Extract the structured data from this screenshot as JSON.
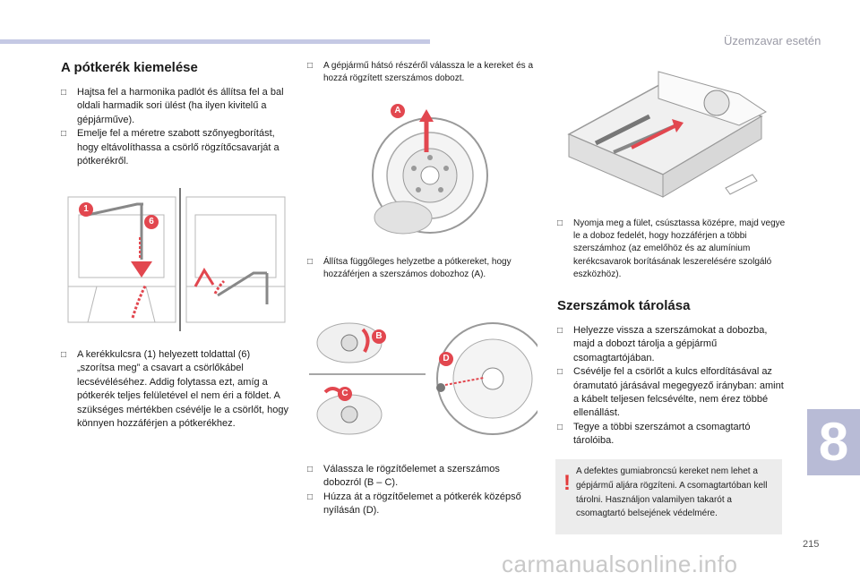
{
  "header": {
    "section": "Üzemzavar esetén"
  },
  "col1": {
    "title": "A pótkerék kiemelése",
    "bullets1": [
      "Hajtsa fel a harmonika padlót és állítsa fel a bal oldali harmadik sori ülést (ha ilyen kivitelű a gépjárműve).",
      "Emelje fel a méretre szabott szőnyegborítást, hogy eltávolíthassa a csörlő rögzítőcsavarját a pótkerékről."
    ],
    "bullets2": [
      "A kerékkulcsra (1) helyezett toldattal (6) „szorítsa meg” a csavart a csörlőkábel lecsévéléséhez. Addig folytassa ezt, amíg a pótkerék teljes felületével el nem éri a földet. A szükséges mértékben csévélje le a csörlőt, hogy könnyen hozzáférjen a pótkerékhez."
    ],
    "fig_labels": [
      "1",
      "6"
    ]
  },
  "col2": {
    "bullet_top": "A gépjármű hátsó részéről válassza le a kereket és a hozzá rögzített szerszámos dobozt.",
    "bullet_mid": "Állítsa függőleges helyzetbe a pótkereket, hogy hozzáférjen a szerszámos dobozhoz (A).",
    "bullets_bottom": [
      "Válassza le rögzítőelemet a szerszámos dobozról (B – C).",
      "Húzza át a rögzítőelemet a pótkerék középső nyílásán (D)."
    ],
    "fig_labels": [
      "A",
      "B",
      "C",
      "D"
    ]
  },
  "col3": {
    "bullet_top": "Nyomja meg a fület, csúsztassa középre, majd vegye le a doboz fedelét, hogy hozzáférjen a többi szerszámhoz (az emelőhöz és az alumínium kerékcsavarok borításának leszerelésére szolgáló eszközhöz).",
    "title": "Szerszámok tárolása",
    "bullets": [
      "Helyezze vissza a szerszámokat a dobozba, majd a dobozt tárolja a gépjármű csomagtartójában.",
      "Csévélje fel a csörlőt a kulcs elfordításával az óramutató járásával megegyező irányban: amint a kábelt teljesen felcsévélte, nem érez többé ellenállást.",
      "Tegye a többi szerszámot a csomagtartó tárolóiba."
    ],
    "warning": "A defektes gumiabroncsú kereket nem lehet a gépjármű aljára rögzíteni. A csomagtartóban kell tárolni. Használjon valamilyen takarót a csomagtartó belsejének védelmére."
  },
  "chapter_tab": "8",
  "page_number": "215",
  "watermark": "carmanualsonline.info",
  "colors": {
    "accent": "#c5c9e4",
    "tab": "#b8bbd6",
    "label": "#e2474f"
  }
}
